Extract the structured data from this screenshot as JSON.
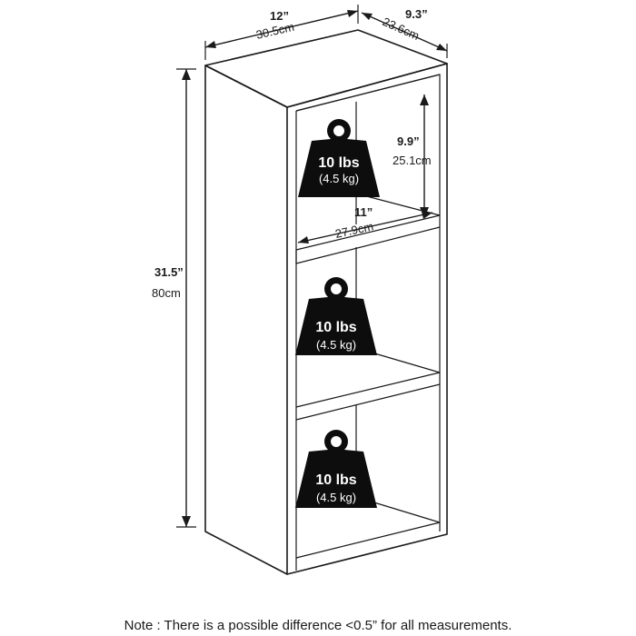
{
  "dimensions": {
    "width_in": "12”",
    "width_cm": "30.5cm",
    "depth_in": "9.3”",
    "depth_cm": "23.6cm",
    "height_in": "31.5”",
    "height_cm": "80cm",
    "inner_height_in": "9.9”",
    "inner_height_cm": "25.1cm",
    "inner_width_in": "11”",
    "inner_width_cm": "27.9cm"
  },
  "shelves": [
    {
      "load_lbs": "10 lbs",
      "load_kg": "(4.5 kg)"
    },
    {
      "load_lbs": "10 lbs",
      "load_kg": "(4.5 kg)"
    },
    {
      "load_lbs": "10 lbs",
      "load_kg": "(4.5 kg)"
    }
  ],
  "note": "Note : There is a possible difference <0.5” for all measurements."
}
